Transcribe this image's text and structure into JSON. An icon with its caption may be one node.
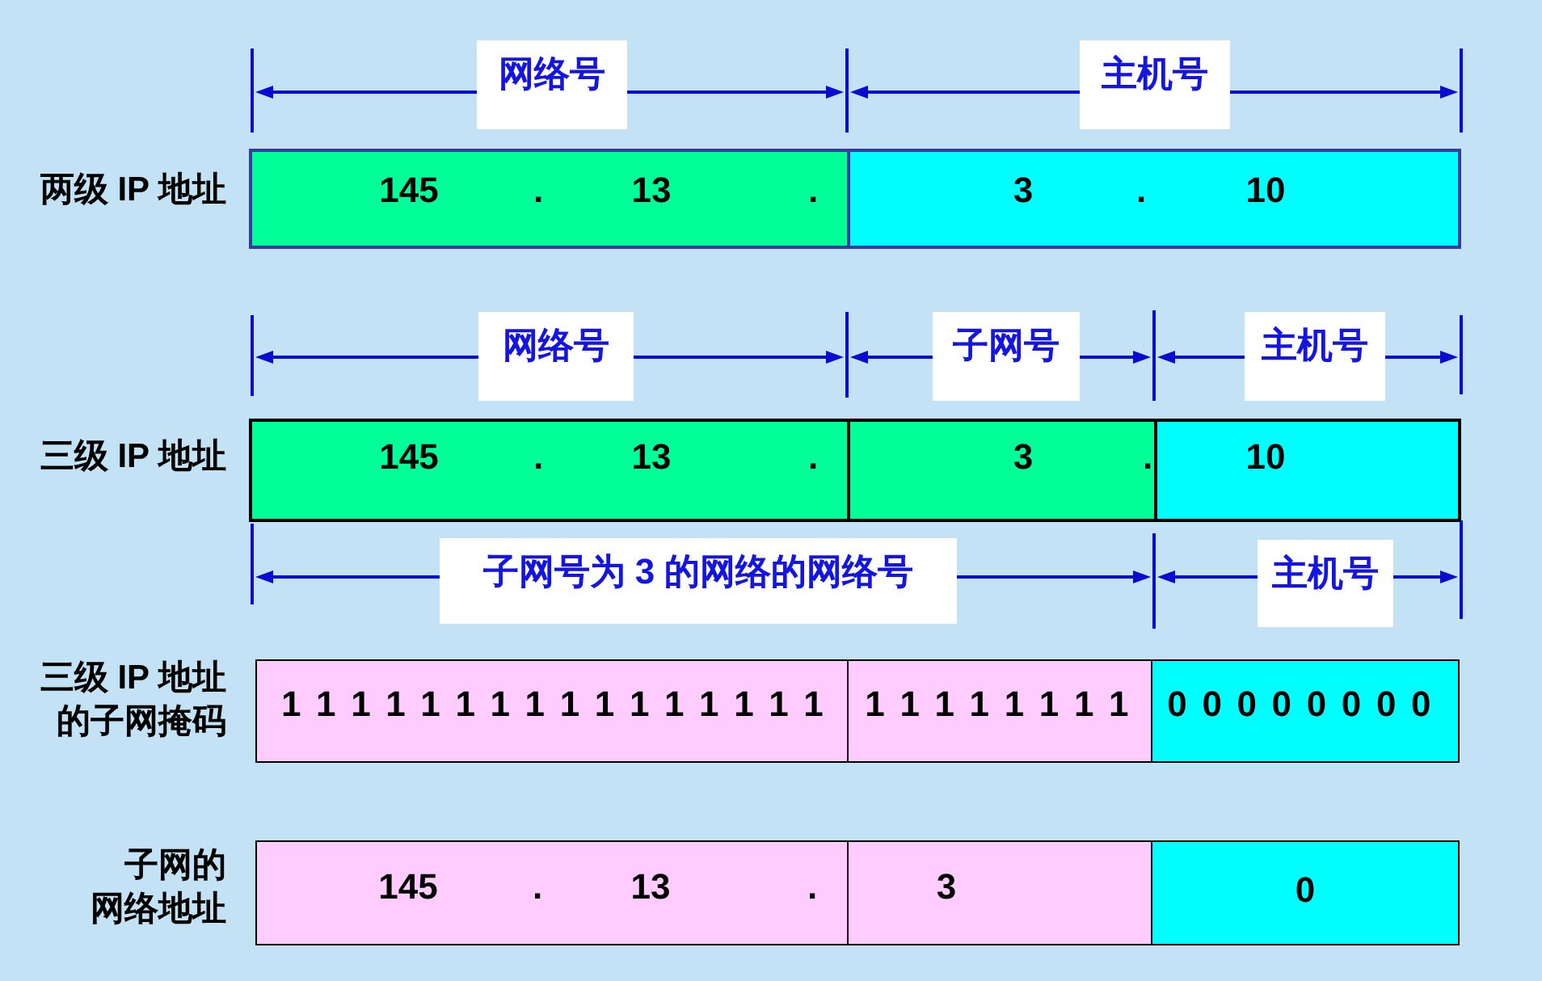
{
  "diagram": {
    "nodes": [
      {
        "text": [
          "145",
          ".",
          "13",
          "."
        ]
      },
      {
        "text": [
          "3",
          ".",
          "10"
        ]
      },
      {
        "text": [
          "145",
          ".",
          "13",
          "."
        ]
      },
      {
        "text": [
          "3",
          "."
        ]
      },
      {
        "text": [
          "10"
        ]
      },
      {
        "text": [
          "1 1 1 1 1 1 1 1 1 1 1 1 1 1 1 1"
        ]
      },
      {
        "text": [
          "1 1 1 1 1 1 1 1"
        ]
      },
      {
        "text": [
          "0 0 0 0 0 0 0 0"
        ]
      },
      {
        "text": [
          "145",
          ".",
          "13",
          "."
        ]
      },
      {
        "text": [
          "3"
        ]
      },
      {
        "text": [
          "0"
        ]
      }
    ],
    "labels": [
      "网络号",
      "主机号",
      "两级 IP 地址",
      "网络号",
      "子网号",
      "主机号",
      "三级 IP 地址",
      "子网号为 3 的网络的网络号",
      "主机号",
      "三级 IP 地址的子网掩码",
      "子网的网络地址"
    ]
  }
}
